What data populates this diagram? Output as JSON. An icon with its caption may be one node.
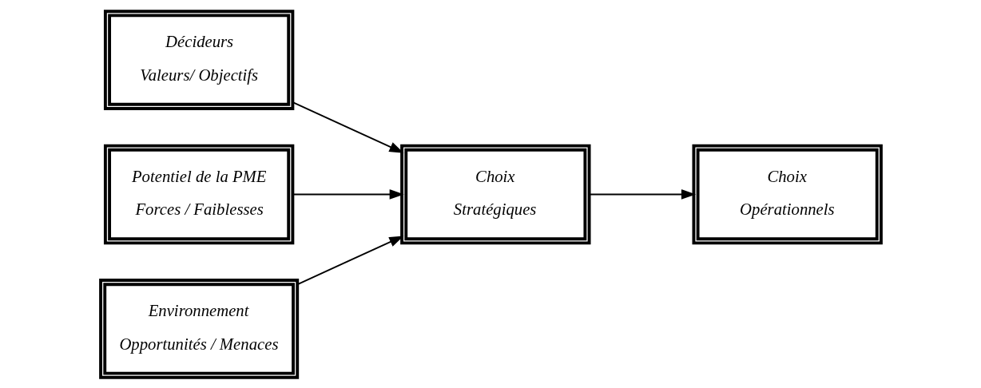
{
  "diagram": {
    "nodes": [
      {
        "text": [
          "Décideurs",
          "Valeurs/ Objectifs"
        ]
      },
      {
        "text": [
          "Potentiel de la PME",
          "Forces / Faiblesses"
        ]
      },
      {
        "text": [
          "Environnement",
          "Opportunités / Menaces"
        ]
      },
      {
        "text": [
          "Choix",
          "Stratégiques"
        ]
      },
      {
        "text": [
          "Choix",
          "Opérationnels"
        ]
      }
    ],
    "edges": [
      {
        "from": 0,
        "to": 3,
        "arrow": "to"
      },
      {
        "from": 1,
        "to": 3,
        "arrow": "to"
      },
      {
        "from": 2,
        "to": 3,
        "arrow": "to"
      },
      {
        "from": 3,
        "to": 4,
        "arrow": "to"
      }
    ]
  }
}
